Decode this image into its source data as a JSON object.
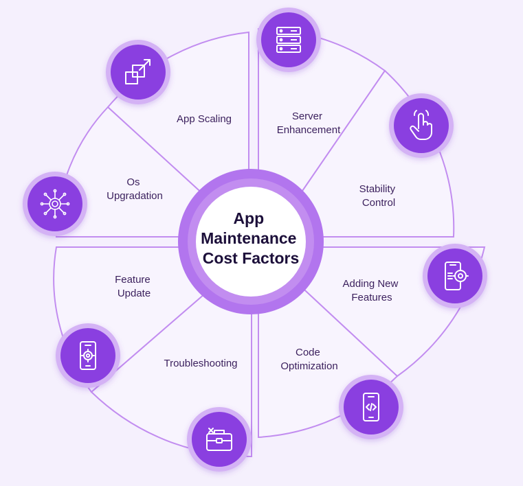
{
  "diagram": {
    "title_lines": [
      "App",
      "Maintenance",
      "Cost Factors"
    ],
    "colors": {
      "background": "#f5f0fd",
      "petal_fill": "#f8f4fe",
      "outline": "#c28df0",
      "ring": "#b275ee",
      "icon_circle": "#8a3fe0",
      "icon_halo": "#d4b2f5",
      "text": "#3a1f5c",
      "title": "#1c0f3a"
    },
    "segments": [
      {
        "id": "server-enhancement",
        "label_lines": [
          "Server",
          "Enhancement"
        ],
        "icon": "server-icon"
      },
      {
        "id": "stability-control",
        "label_lines": [
          "Stability",
          "Control"
        ],
        "icon": "hand-pointer-icon"
      },
      {
        "id": "adding-new-features",
        "label_lines": [
          "Adding New",
          "Features"
        ],
        "icon": "phone-settings-icon"
      },
      {
        "id": "code-optimization",
        "label_lines": [
          "Code",
          "Optimization"
        ],
        "icon": "phone-code-icon"
      },
      {
        "id": "troubleshooting",
        "label_lines": [
          "Troubleshooting"
        ],
        "icon": "toolbox-icon"
      },
      {
        "id": "feature-update",
        "label_lines": [
          "Feature",
          "Update"
        ],
        "icon": "phone-gear-icon"
      },
      {
        "id": "os-upgradation",
        "label_lines": [
          "Os",
          "Upgradation"
        ],
        "icon": "chip-icon"
      },
      {
        "id": "app-scaling",
        "label_lines": [
          "App Scaling"
        ],
        "icon": "resize-icon"
      }
    ]
  }
}
